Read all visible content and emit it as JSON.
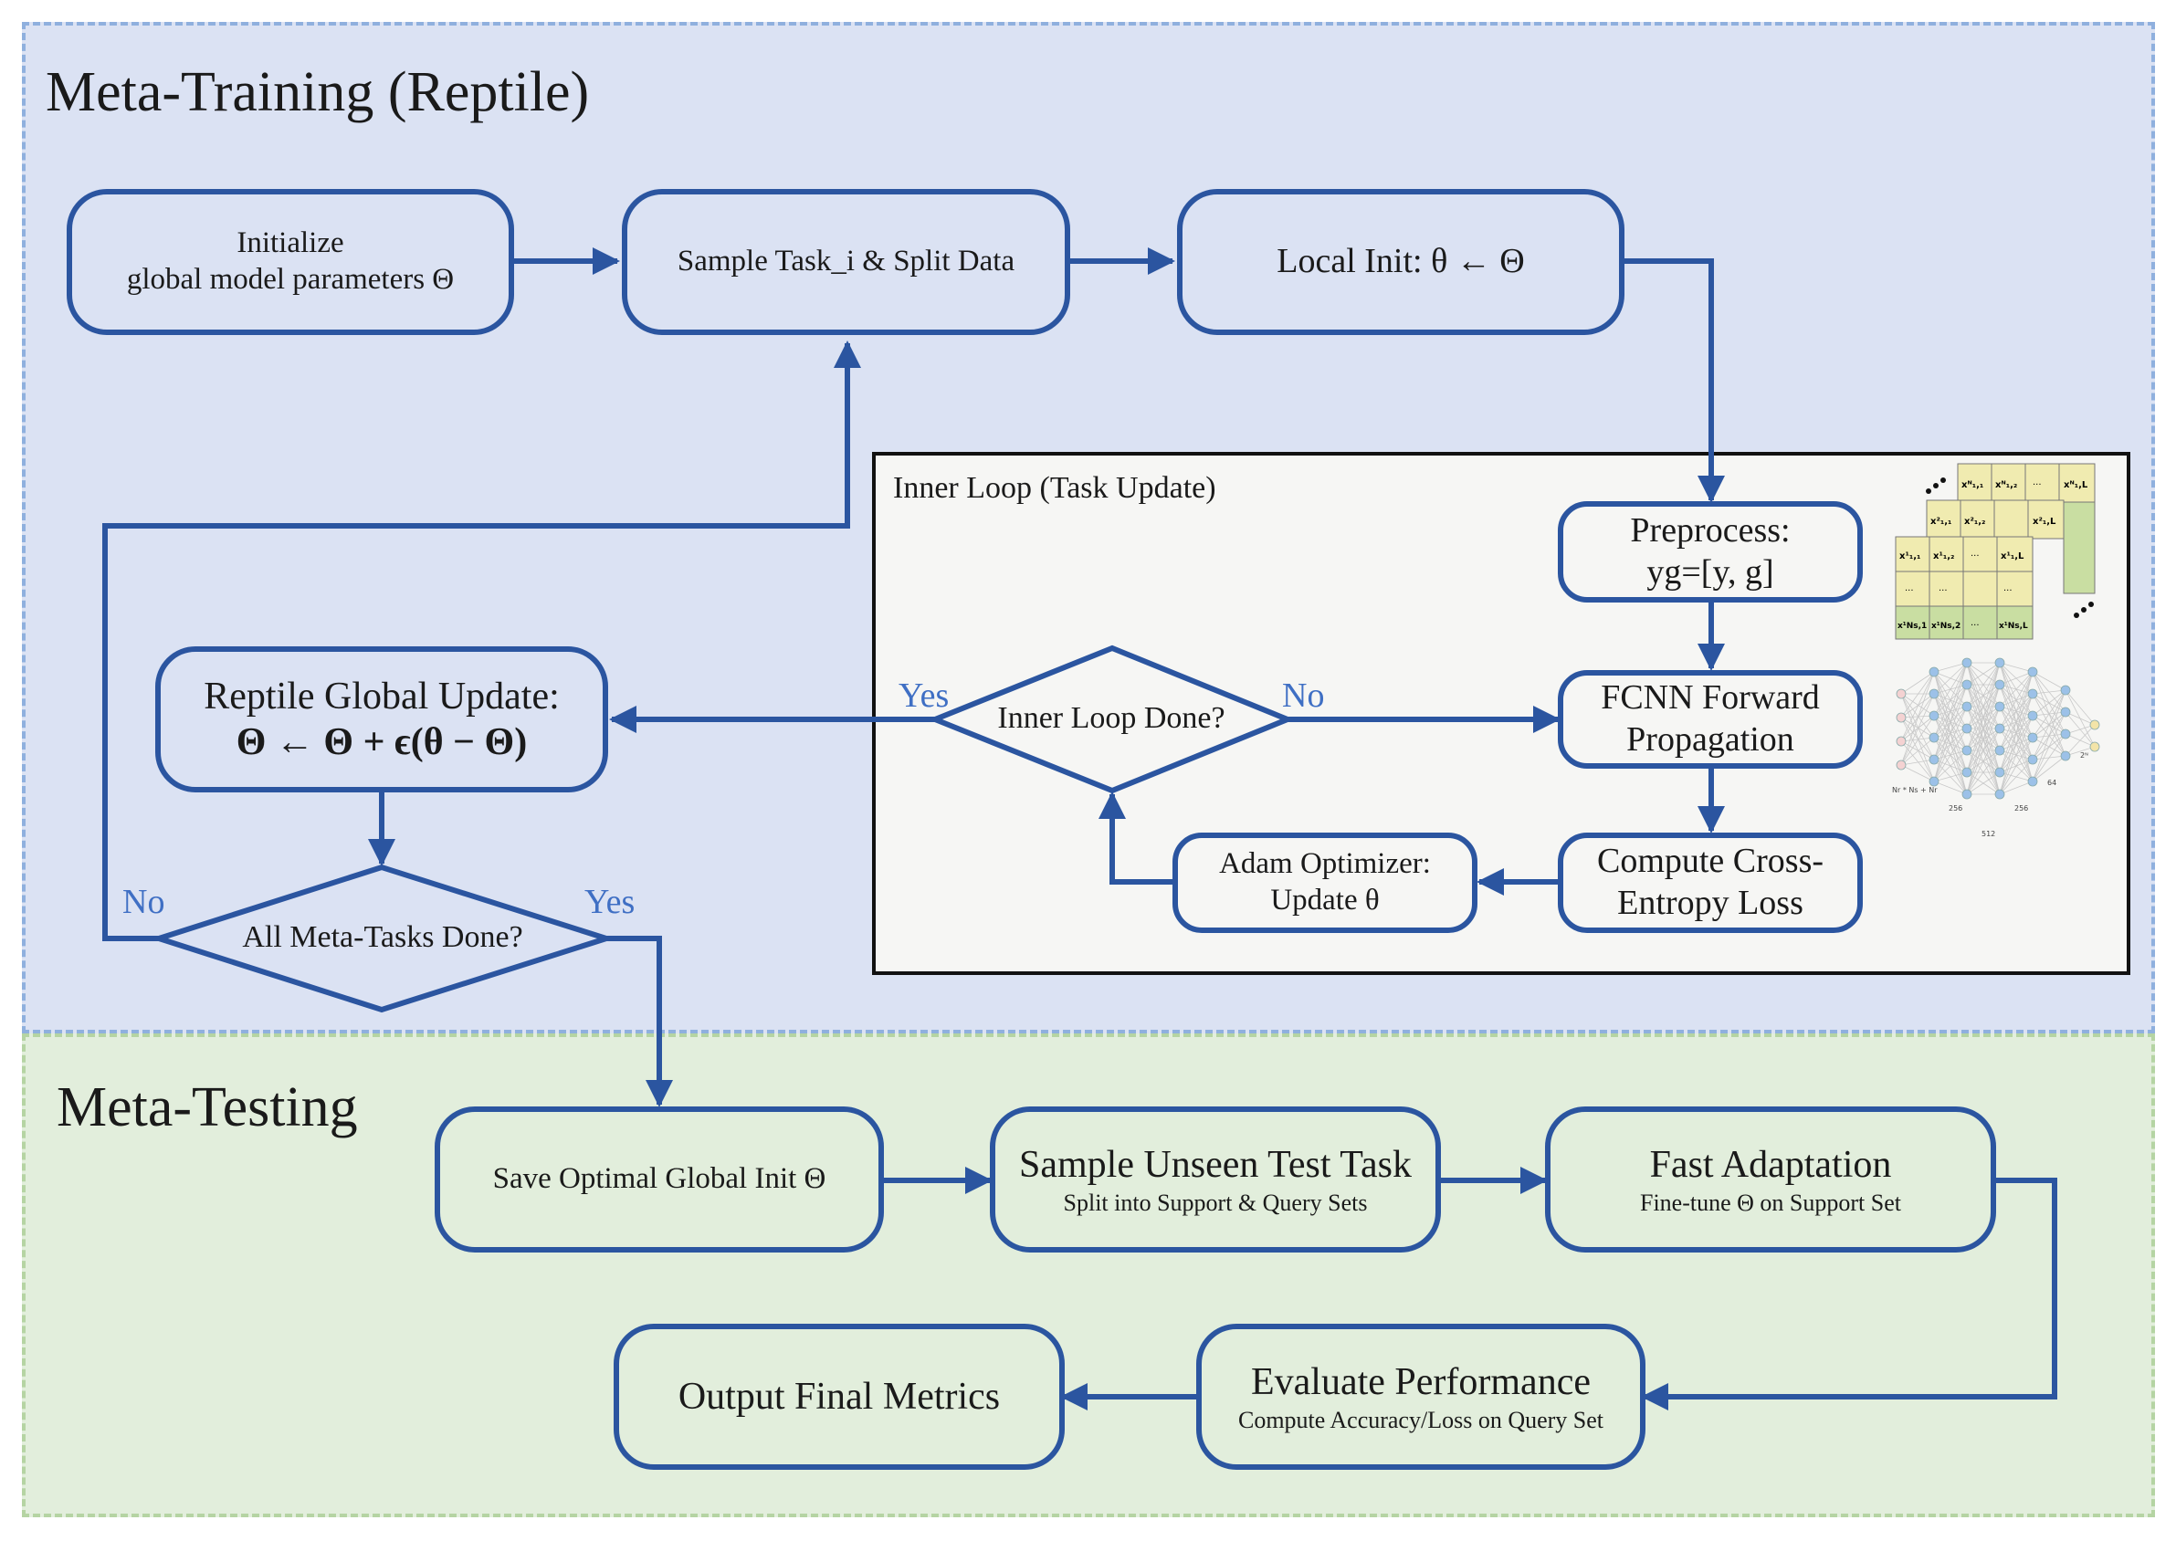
{
  "sections": {
    "training_title": "Meta-Training (Reptile)",
    "testing_title": "Meta-Testing",
    "inner_loop_title": "Inner Loop (Task Update)"
  },
  "nodes": {
    "init": {
      "line1": "Initialize",
      "line2": "global model parameters Θ"
    },
    "sample_task": {
      "label": "Sample Task_i & Split Data"
    },
    "local_init": {
      "label": "Local Init: θ ← Θ"
    },
    "preprocess": {
      "line1": "Preprocess:",
      "line2": "yg=[y, g]"
    },
    "fcnn": {
      "line1": "FCNN Forward",
      "line2": "Propagation"
    },
    "loss": {
      "line1": "Compute Cross-",
      "line2": "Entropy Loss"
    },
    "adam": {
      "line1": "Adam Optimizer:",
      "line2": "Update θ"
    },
    "inner_done": {
      "label": "Inner Loop Done?"
    },
    "reptile": {
      "line1": "Reptile Global Update:",
      "line2": "Θ ← Θ + ϵ(θ − Θ)"
    },
    "meta_done": {
      "label": "All Meta-Tasks Done?"
    },
    "save": {
      "label": "Save Optimal Global Init Θ"
    },
    "sample_test": {
      "line1": "Sample Unseen Test Task",
      "line2": "Split into Support & Query Sets"
    },
    "fast_adapt": {
      "line1": "Fast Adaptation",
      "line2": "Fine-tune Θ on Support Set"
    },
    "evaluate": {
      "line1": "Evaluate Performance",
      "line2": "Compute Accuracy/Loss on Query Set"
    },
    "output": {
      "label": "Output Final Metrics"
    }
  },
  "branches": {
    "inner_yes": "Yes",
    "inner_no": "No",
    "meta_no": "No",
    "meta_yes": "Yes"
  },
  "illustration": {
    "matrix_cells": [
      "x¹₁,₁",
      "x¹₁,₂",
      "···",
      "x¹₁,L",
      "x¹Ns,1",
      "x¹Ns,2",
      "x¹Ns,L",
      "xᴺ₁,₁",
      "xᴺ₁,₂",
      "xᴺ₁,L",
      "x²₁,₁",
      "x²₁,₂",
      "x²₁,L"
    ],
    "nn_labels": [
      "256",
      "512",
      "256",
      "64",
      "2ᴺ",
      "Nr * Ns + Nr"
    ]
  },
  "colors": {
    "node_border": "#2b55a0",
    "branch_text": "#3f6fc4",
    "training_bg": "#dbe2f3",
    "testing_bg": "#e2eedc",
    "inner_bg": "#f6f6f4",
    "matrix_cell": "#f0ebb0",
    "matrix_cell_green": "#c9dea2",
    "nn_node": "#9cc1e8"
  }
}
